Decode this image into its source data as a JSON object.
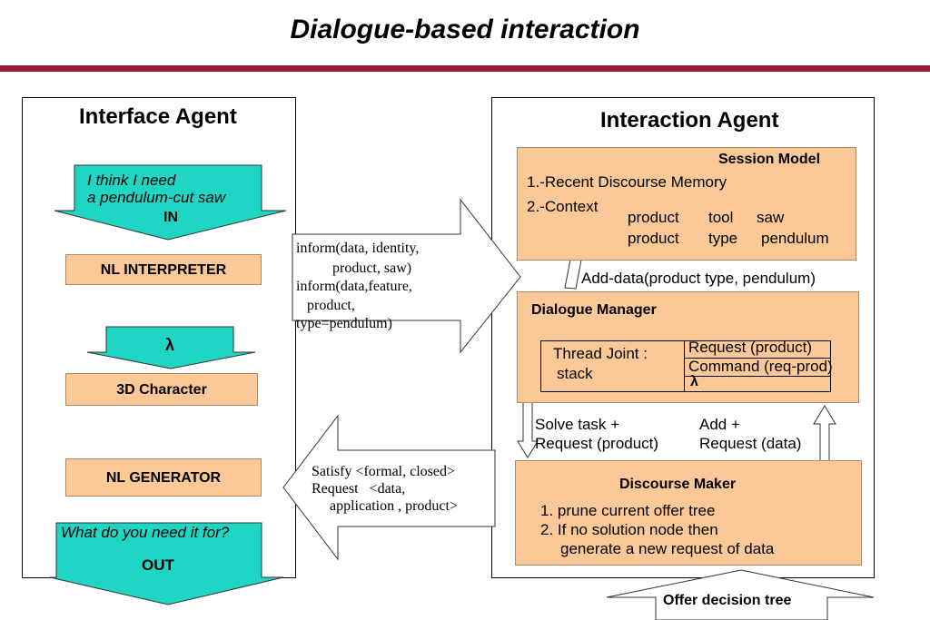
{
  "title": "Dialogue-based interaction",
  "interface_agent": {
    "title": "Interface Agent",
    "input_line1": "I think I need",
    "input_line2": "a pendulum-cut saw",
    "input_label": "IN",
    "nl_interpreter": "NL INTERPRETER",
    "lambda": "λ",
    "character": "3D Character",
    "nl_generator": "NL GENERATOR",
    "output_question": "What do you need it for?",
    "output_label": "OUT"
  },
  "inform_arrow": {
    "line1": "inform(data, identity,",
    "line2": "          product, saw)",
    "line3": "inform(data,feature,",
    "line4": "   product,",
    "line5": "type=pendulum)"
  },
  "satisfy_arrow": {
    "line1": "Satisfy <formal, closed>",
    "line2": "Request   <data,",
    "line3": "     application , product>"
  },
  "interaction_agent": {
    "title": "Interaction Agent",
    "session_model": {
      "title": "Session Model",
      "item1": "1.-Recent Discourse Memory",
      "item2": "2.-Context",
      "ctx_row1": [
        "product",
        "tool",
        "saw"
      ],
      "ctx_row2": [
        "product",
        "type",
        "pendulum"
      ]
    },
    "add_data": "Add-data(product type, pendulum)",
    "dialogue_manager": {
      "title": "Dialogue Manager",
      "thread_label1": "Thread Joint  :",
      "thread_label2": "stack",
      "stack": [
        "Request (product)",
        "Command (req-prod)",
        "λ"
      ]
    },
    "solve_task1": "Solve task +",
    "solve_task2": "Request (product)",
    "add_req1": "Add +",
    "add_req2": "Request (data)",
    "discourse_maker": {
      "title": "Discourse Maker",
      "item1": "1. prune current offer tree",
      "item2": "2. If no solution node then",
      "item3": "generate a new request of data"
    }
  },
  "offer_tree": "Offer decision tree",
  "colors": {
    "teal": "#1ed6c3",
    "peach": "#fbc997",
    "rule": "#9b1b3c"
  }
}
